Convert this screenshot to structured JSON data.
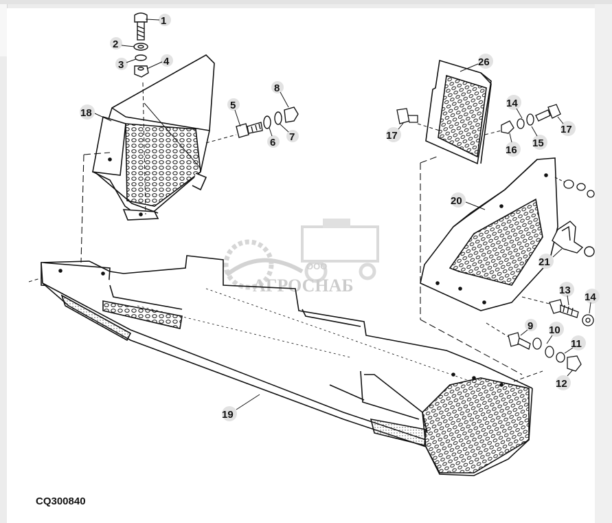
{
  "figure_code": "CQ300840",
  "watermark": {
    "prefix": "ООО",
    "name": "АГРОСНАБ"
  },
  "callouts": {
    "c1": "1",
    "c2": "2",
    "c3": "3",
    "c4": "4",
    "c5": "5",
    "c6": "6",
    "c7": "7",
    "c8": "8",
    "c9": "9",
    "c10": "10",
    "c11": "11",
    "c12": "12",
    "c13": "13",
    "c14a": "14",
    "c14b": "14",
    "c15": "15",
    "c16": "16",
    "c17a": "17",
    "c17b": "17",
    "c18": "18",
    "c19": "19",
    "c20": "20",
    "c21": "21",
    "c26": "26"
  },
  "colors": {
    "line": "#111111",
    "watermark": "#bdbdbd",
    "bubble": "#e2e2e2"
  }
}
